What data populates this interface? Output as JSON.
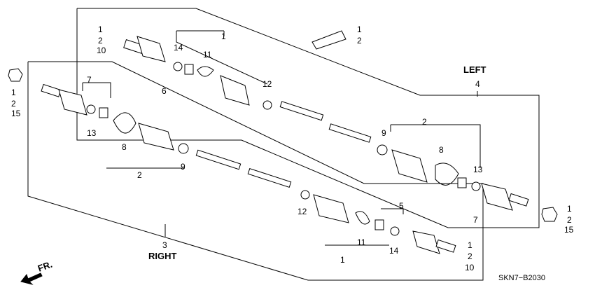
{
  "diagram": {
    "left_title": "LEFT",
    "right_title": "RIGHT",
    "code": "SKN7−B2030",
    "front_label": "FR.",
    "left_assembly": {
      "main": "4",
      "boot_kit_outer": "1",
      "boot_kit_inner": "2",
      "part_5_6": "6",
      "p7": "7",
      "p8": "8",
      "p9": "9",
      "p10": "10",
      "p11": "11",
      "p12": "12",
      "p13": "13",
      "p14": "14",
      "p15": "15"
    },
    "right_assembly": {
      "main": "3",
      "boot_kit_outer": "1",
      "boot_kit_inner": "2",
      "part_5_6": "5",
      "p7": "7",
      "p8": "8",
      "p9": "9",
      "p10": "10",
      "p11": "11",
      "p12": "12",
      "p13": "13",
      "p14": "14",
      "p15": "15"
    },
    "grease": {
      "a": "1",
      "b": "2"
    }
  }
}
